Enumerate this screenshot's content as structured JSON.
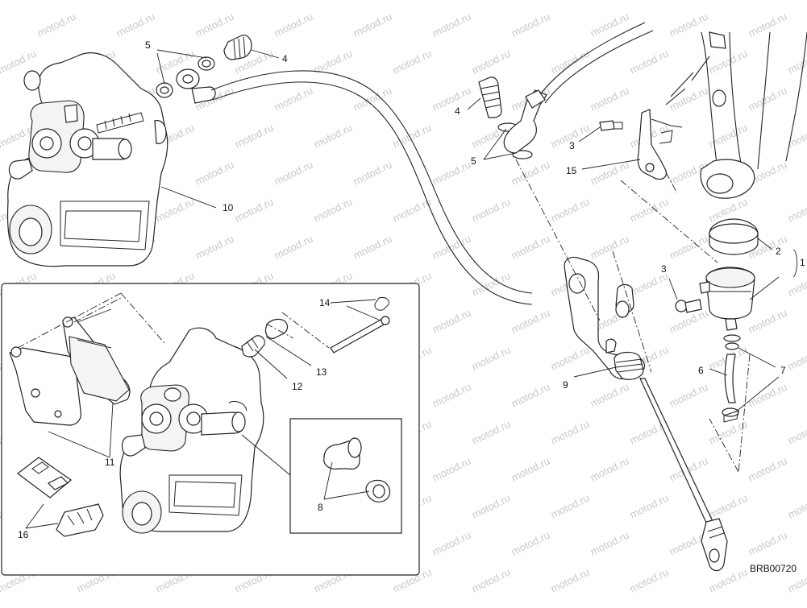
{
  "diagram": {
    "code": "BRB00720",
    "watermark": "motod.ru",
    "callouts": {
      "c1": "1",
      "c2": "2",
      "c3a": "3",
      "c3b": "3",
      "c4a": "4",
      "c4b": "4",
      "c5a": "5",
      "c5b": "5",
      "c6": "6",
      "c7": "7",
      "c8": "8",
      "c9": "9",
      "c10": "10",
      "c11": "11",
      "c12": "12",
      "c13": "13",
      "c14": "14",
      "c15": "15",
      "c16": "16"
    }
  }
}
